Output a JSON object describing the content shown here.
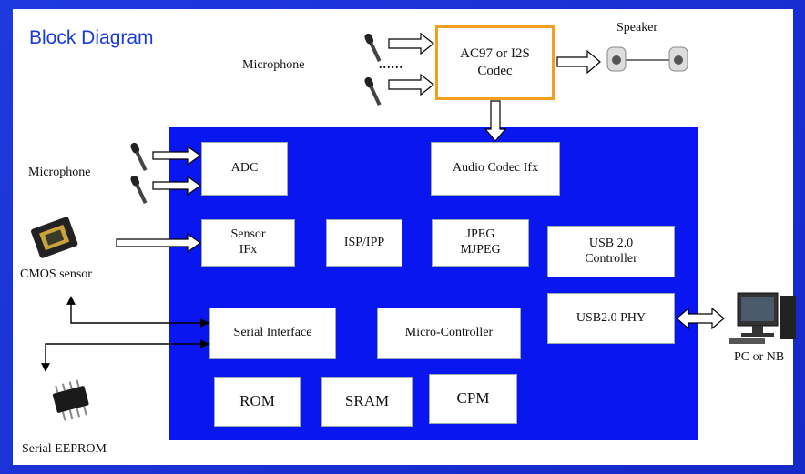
{
  "title": "Block Diagram",
  "external": {
    "microphone_top": "Microphone",
    "microphone_left": "Microphone",
    "speaker": "Speaker",
    "cmos_sensor": "CMOS sensor",
    "serial_eeprom": "Serial EEPROM",
    "pc_or_nb": "PC or NB",
    "dots": "......"
  },
  "codec": {
    "line1": "AC97 or I2S",
    "line2": "Codec"
  },
  "blocks": {
    "adc": "ADC",
    "audio_codec_ifx": "Audio Codec Ifx",
    "sensor_ifx_1": "Sensor",
    "sensor_ifx_2": "IFx",
    "isp_ipp": "ISP/IPP",
    "jpeg_1": "JPEG",
    "jpeg_2": "MJPEG",
    "usb_ctrl_1": "USB 2.0",
    "usb_ctrl_2": "Controller",
    "usb_phy": "USB2.0 PHY",
    "serial_interface": "Serial Interface",
    "micro_controller": "Micro-Controller",
    "rom": "ROM",
    "sram": "SRAM",
    "cpm": "CPM"
  },
  "colors": {
    "frame": "#1a2fd6",
    "chip_area": "#0a16f0",
    "codec_border": "#f4a01e",
    "title": "#1a3bdc"
  }
}
